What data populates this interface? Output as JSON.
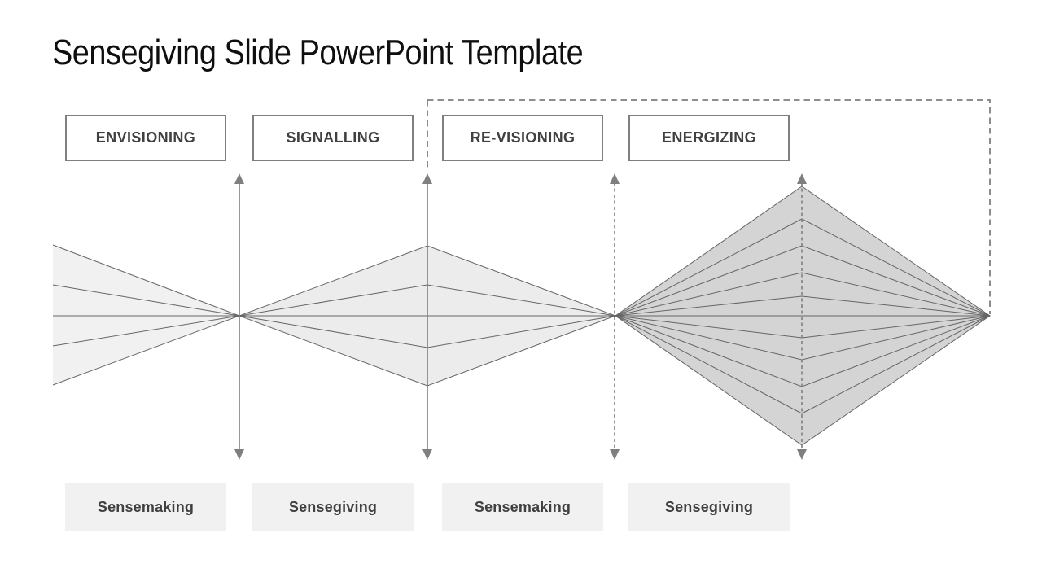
{
  "title": "Sensegiving Slide PowerPoint Template",
  "stages": [
    {
      "label": "ENVISIONING",
      "mode": "Sensemaking"
    },
    {
      "label": "SIGNALLING",
      "mode": "Sensegiving"
    },
    {
      "label": "RE-VISIONING",
      "mode": "Sensemaking"
    },
    {
      "label": "ENERGIZING",
      "mode": "Sensegiving"
    }
  ],
  "colors": {
    "slide-bg": "#ffffff",
    "title-color": "#0f0f0f",
    "box-border": "#7f7f7f",
    "label-color": "#404040",
    "mode-bg": "#f1f1f1",
    "fan-fill": "#f1f1f1",
    "mid-diamond-fill": "#ececec",
    "big-diamond-fill": "#d4d4d4",
    "shape-line": "#666666",
    "arrow-color": "#7f7f7f"
  }
}
